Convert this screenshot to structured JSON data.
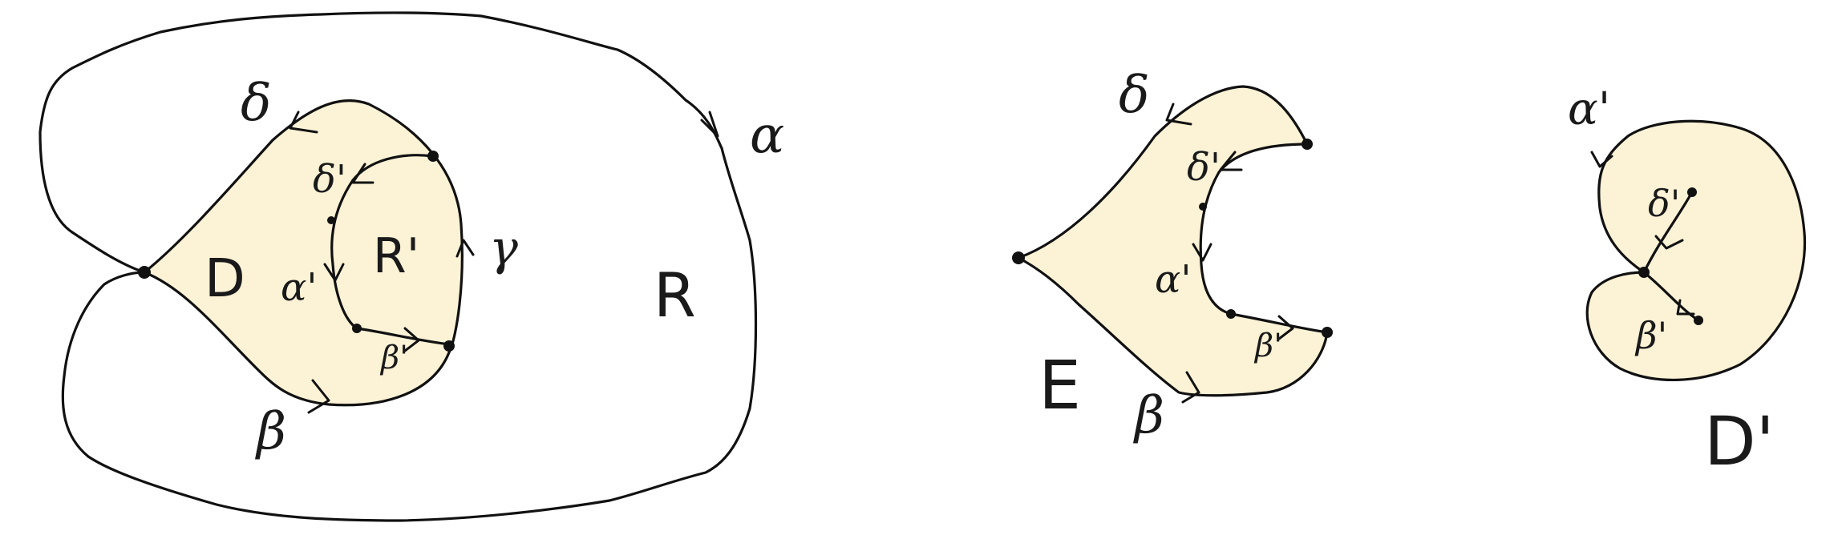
{
  "colors": {
    "region_fill": "#fcf2d6",
    "ink": "#111111",
    "background": "#ffffff"
  },
  "figures": [
    {
      "id": "left",
      "labels": {
        "delta": "δ",
        "alpha": "α",
        "gamma": "γ",
        "beta": "β",
        "delta_prime": "δ'",
        "alpha_prime": "α'",
        "beta_prime": "β'",
        "D": "D",
        "R_prime": "R'",
        "R": "R"
      }
    },
    {
      "id": "middle",
      "labels": {
        "delta": "δ",
        "delta_prime": "δ'",
        "alpha_prime": "α'",
        "beta_prime": "β'",
        "beta": "β",
        "E": "E"
      }
    },
    {
      "id": "right",
      "labels": {
        "alpha_prime": "α'",
        "delta_prime": "δ'",
        "beta_prime": "β'",
        "D_prime": "D'"
      }
    }
  ]
}
